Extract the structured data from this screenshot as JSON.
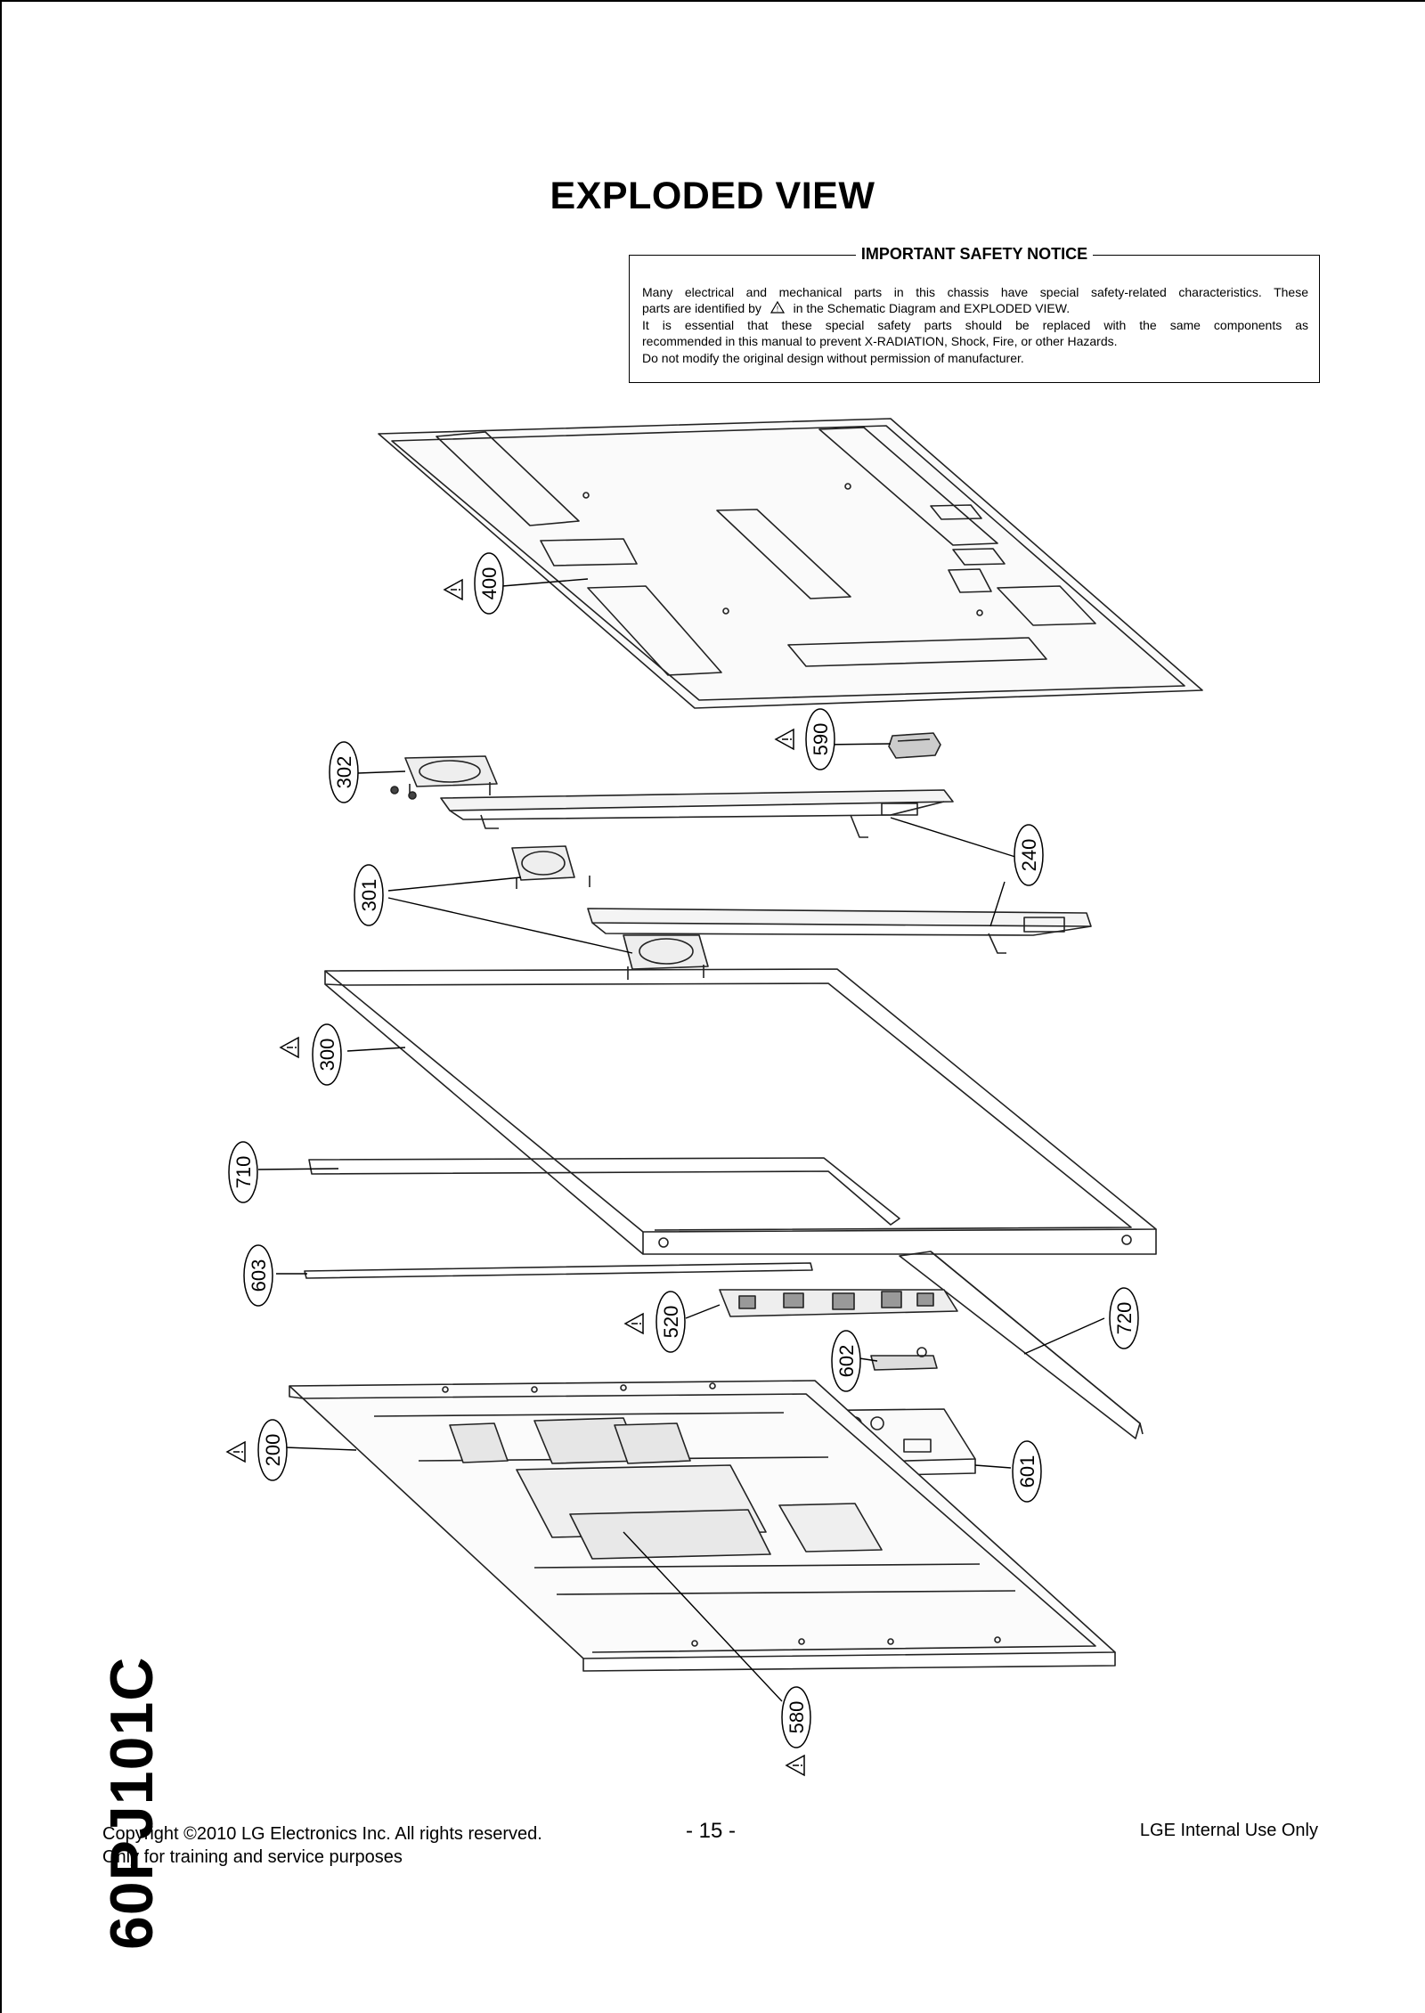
{
  "title": "EXPLODED VIEW",
  "notice": {
    "heading": "IMPORTANT SAFETY NOTICE",
    "line1": "Many electrical and mechanical parts in this chassis have special safety-related characteristics. These",
    "line2_pre": "parts are identified by",
    "line2_post": "in the Schematic Diagram and EXPLODED VIEW.",
    "line3": "It is essential that these special safety parts should be replaced with the same components as",
    "line4": "recommended in this manual to prevent X-RADIATION, Shock, Fire, or other Hazards.",
    "line5": "Do not modify the original design without permission of manufacturer."
  },
  "callouts": {
    "p400": "400",
    "p590": "590",
    "p302": "302",
    "p240": "240",
    "p301": "301",
    "p300": "300",
    "p710": "710",
    "p603": "603",
    "p520": "520",
    "p720": "720",
    "p602": "602",
    "p200": "200",
    "p601": "601",
    "p580": "580"
  },
  "model": "60PJ101C",
  "footer": {
    "copyright": "Copyright ©2010 LG Electronics Inc. All rights reserved.",
    "purpose": "Only for training and service purposes",
    "page": "- 15 -",
    "internal": "LGE Internal Use Only"
  }
}
